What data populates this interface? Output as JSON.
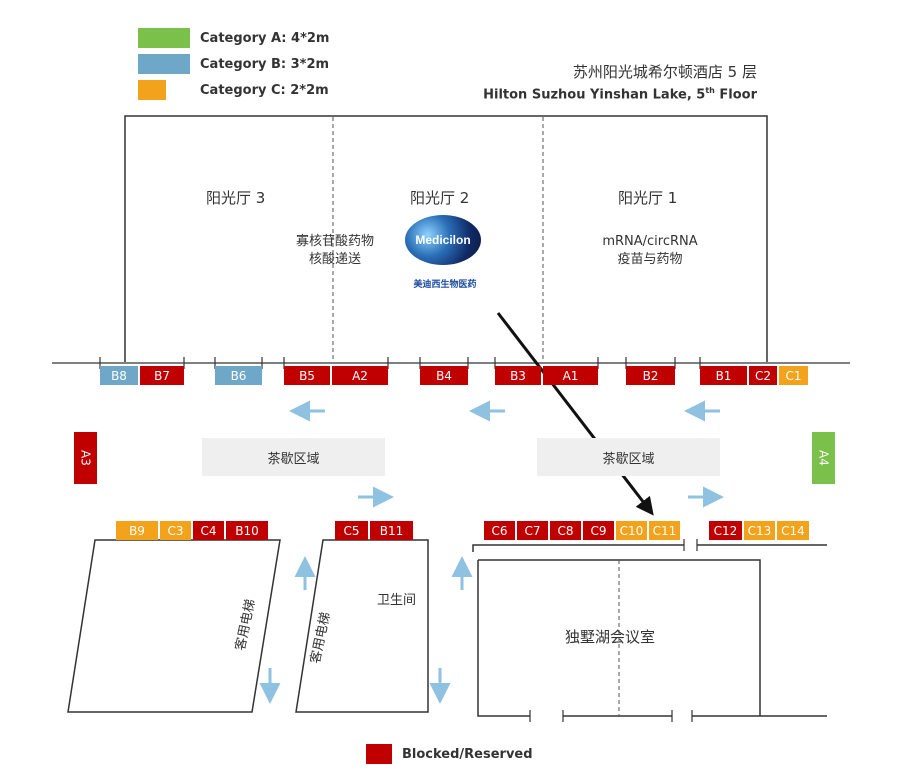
{
  "legend": {
    "category_a": "Category A: 4*2m",
    "category_b": "Category B: 3*2m",
    "category_c": "Category C: 2*2m",
    "blocked": "Blocked/Reserved"
  },
  "venue": {
    "title_cn": "苏州阳光城希尔顿酒店 5 层",
    "title_en": "Hilton Suzhou Yinshan Lake, 5",
    "title_en_sup": "th",
    "title_en_tail": " Floor"
  },
  "halls": {
    "hall3": "阳光厅 3",
    "hall2": "阳光厅 2",
    "hall1": "阳光厅 1",
    "hall2_topic_line1": "寡核苷酸药物",
    "hall2_topic_line2": "核酸递送",
    "hall1_topic_line1": "mRNA/circRNA",
    "hall1_topic_line2": "疫苗与药物"
  },
  "sponsor": {
    "logo_text": "Medicilon",
    "caption": "美迪西生物医药"
  },
  "areas": {
    "tea_left": "茶歇区域",
    "tea_right": "茶歇区域",
    "elevator_left": "客用电梯",
    "elevator_right": "客用电梯",
    "restroom": "卫生间",
    "meeting_room": "独墅湖会议室"
  },
  "booths": {
    "B8": "B8",
    "B7": "B7",
    "B6": "B6",
    "B5": "B5",
    "A2": "A2",
    "B4": "B4",
    "B3": "B3",
    "A1": "A1",
    "B2": "B2",
    "B1": "B1",
    "C2": "C2",
    "C1": "C1",
    "A3": "A3",
    "A4": "A4",
    "B9": "B9",
    "C3": "C3",
    "C4": "C4",
    "B10": "B10",
    "C5": "C5",
    "B11": "B11",
    "C6": "C6",
    "C7": "C7",
    "C8": "C8",
    "C9": "C9",
    "C10": "C10",
    "C11": "C11",
    "C12": "C12",
    "C13": "C13",
    "C14": "C14"
  },
  "colors": {
    "blocked": "#c00000",
    "category_a": "#7ac04a",
    "category_b": "#6fa7c9",
    "category_c": "#f2a21b",
    "arrow": "#8fc1e0"
  },
  "highlight": {
    "pointer_target": "C11",
    "pointer_source": "美迪西生物医药"
  }
}
